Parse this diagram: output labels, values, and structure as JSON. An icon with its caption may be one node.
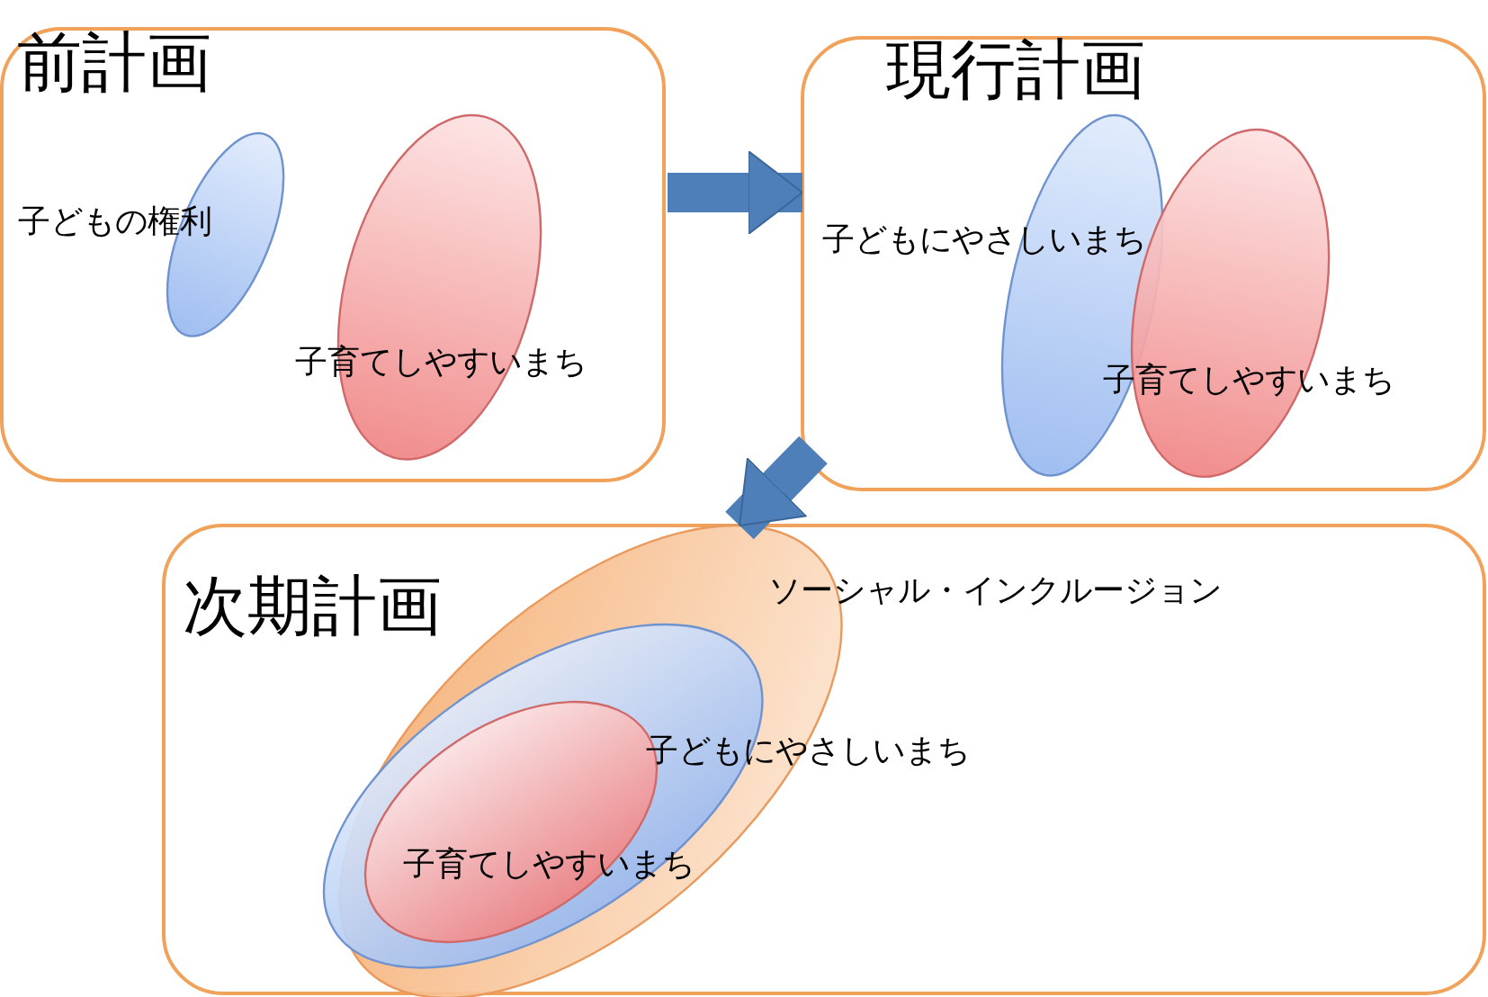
{
  "diagram": {
    "nodes": [
      {
        "text": [
          "前計画"
        ]
      },
      {
        "text": [
          "子どもの権利"
        ],
        "in": 0
      },
      {
        "text": [
          "子育てしやすいまち"
        ],
        "in": 0
      },
      {
        "text": [
          "現行計画"
        ]
      },
      {
        "text": [
          "子どもにやさしいまち"
        ],
        "in": 3
      },
      {
        "text": [
          "子育てしやすいまち"
        ],
        "in": 3
      },
      {
        "text": [
          "次期計画"
        ]
      },
      {
        "text": [
          "ソーシャル・インクルージョン"
        ],
        "in": 6
      },
      {
        "text": [
          "子どもにやさしいまち"
        ],
        "in": 7
      },
      {
        "text": [
          "子育てしやすいまち"
        ],
        "in": 8
      }
    ],
    "edges": [
      {
        "from": 0,
        "to": 3,
        "arrow": "to"
      },
      {
        "from": 3,
        "to": 6,
        "arrow": "to"
      }
    ]
  }
}
